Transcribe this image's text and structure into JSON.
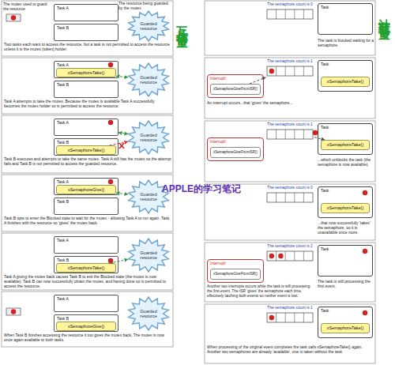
{
  "diagram": {
    "nodes": [
      {
        "text": [
          "Task A"
        ]
      },
      {
        "text": [
          "Task B"
        ]
      },
      {
        "text": [
          "Guarded resource"
        ]
      },
      {
        "text": [
          "Task A"
        ]
      },
      {
        "text": [
          "xSemaphoreTake()"
        ],
        "in": 3
      },
      {
        "text": [
          "Task B"
        ]
      },
      {
        "text": [
          "Guarded resource"
        ]
      },
      {
        "text": [
          "Task A"
        ]
      },
      {
        "text": [
          "Task B"
        ]
      },
      {
        "text": [
          "xSemaphoreTake()"
        ],
        "in": 8
      },
      {
        "text": [
          "Guarded resource"
        ]
      },
      {
        "text": [
          "Task A"
        ]
      },
      {
        "text": [
          "xSemaphoreGive()"
        ],
        "in": 11
      },
      {
        "text": [
          "Task B"
        ]
      },
      {
        "text": [
          "Guarded resource"
        ]
      },
      {
        "text": [
          "Task A"
        ]
      },
      {
        "text": [
          "Task B"
        ]
      },
      {
        "text": [
          "xSemaphoreTake()"
        ],
        "in": 16
      },
      {
        "text": [
          "Guarded resource"
        ]
      },
      {
        "text": [
          "Task A"
        ]
      },
      {
        "text": [
          "Task B"
        ]
      },
      {
        "text": [
          "xSemaphoreGive()"
        ],
        "in": 20
      },
      {
        "text": [
          "Guarded resource"
        ]
      },
      {
        "text": [
          "The semaphore count is 0"
        ]
      },
      {
        "text": [
          "Task"
        ]
      },
      {
        "text": [
          "Interrupt!"
        ]
      },
      {
        "text": [
          "xSemaphoreGiveFromISR()"
        ],
        "in": 25
      },
      {
        "text": [
          "The semaphore count is 1"
        ]
      },
      {
        "text": [
          "Task"
        ]
      },
      {
        "text": [
          "xSemaphoreTake()"
        ],
        "in": 28
      },
      {
        "text": [
          "Interrupt!"
        ]
      },
      {
        "text": [
          "xSemaphoreGiveFromISR()"
        ],
        "in": 30
      },
      {
        "text": [
          "The semaphore count is 1"
        ]
      },
      {
        "text": [
          "Task"
        ]
      },
      {
        "text": [
          "xSemaphoreTake()"
        ],
        "in": 33
      },
      {
        "text": [
          "The semaphore count is 0"
        ]
      },
      {
        "text": [
          "Task"
        ]
      },
      {
        "text": [
          "xSemaphoreTake()"
        ],
        "in": 36
      },
      {
        "text": [
          "Interrupt!"
        ]
      },
      {
        "text": [
          "xSemaphoreGiveFromISR()"
        ],
        "in": 38
      },
      {
        "text": [
          "The semaphore count is 2"
        ]
      },
      {
        "text": [
          "Task"
        ]
      },
      {
        "text": [
          "The semaphore count is 1"
        ]
      },
      {
        "text": [
          "Task"
        ]
      },
      {
        "text": [
          "xSemaphoreTake()"
        ],
        "in": 43
      }
    ],
    "edges": [
      {
        "from": 4,
        "to": 6,
        "arrow": "both"
      },
      {
        "from": 7,
        "to": 10,
        "arrow": "both"
      },
      {
        "from": 9,
        "to": 10,
        "arrow": "to"
      },
      {
        "from": 12,
        "to": 14,
        "arrow": "both"
      },
      {
        "from": 17,
        "to": 18,
        "arrow": "both"
      },
      {
        "from": 26,
        "to": 27,
        "arrow": "to"
      },
      {
        "from": 32,
        "to": 34,
        "arrow": "to"
      }
    ],
    "labels": [
      "The mutex used to guard the resource",
      "The resource being guarded by the mutex",
      "Two tasks each want to access the resource, but a task is not permitted to access the resource unless it is the mutex (token) holder.",
      "Task A attempts to take the mutex. Because the mutex is available Task A successfully becomes the mutex holder so is permitted to access the resource.",
      "Task B executes and attempts to take the same mutex. Task A still has the mutex so the attempt fails and Task B is not permitted to access the guarded resource.",
      "Task B opts to enter the Blocked state to wait for the mutex - allowing Task A to run again. Task A finishes with the resource so 'gives' the mutex back.",
      "Task A giving the mutex back causes Task B to exit the Blocked state (the mutex is now available). Task B can now successfully obtain the mutex, and having done so is permitted to access the resource.",
      "When Task B finishes accessing the resource it too gives the mutex back. The mutex is now once again available to both tasks.",
      "互斥信号量",
      "计数信号量",
      "APPLE的学习笔记",
      "The task is blocked waiting for a semaphore.",
      "An interrupt occurs...that 'gives' the semaphore...",
      "...which unblocks the task (the semaphore is now available).",
      "...that now successfully 'takes' the semaphore, so it is unavailable once more.",
      "Another two interrupts occurs while the task is still processing the first event. The ISR 'gives' the semaphore each time, effectively latching both events so neither event is lost.",
      "The task is still processing the first event.",
      "When processing of the original event completes the task calls xSemaphoreTake() again. Another two semaphores are already 'available', one is taken without the task"
    ]
  }
}
